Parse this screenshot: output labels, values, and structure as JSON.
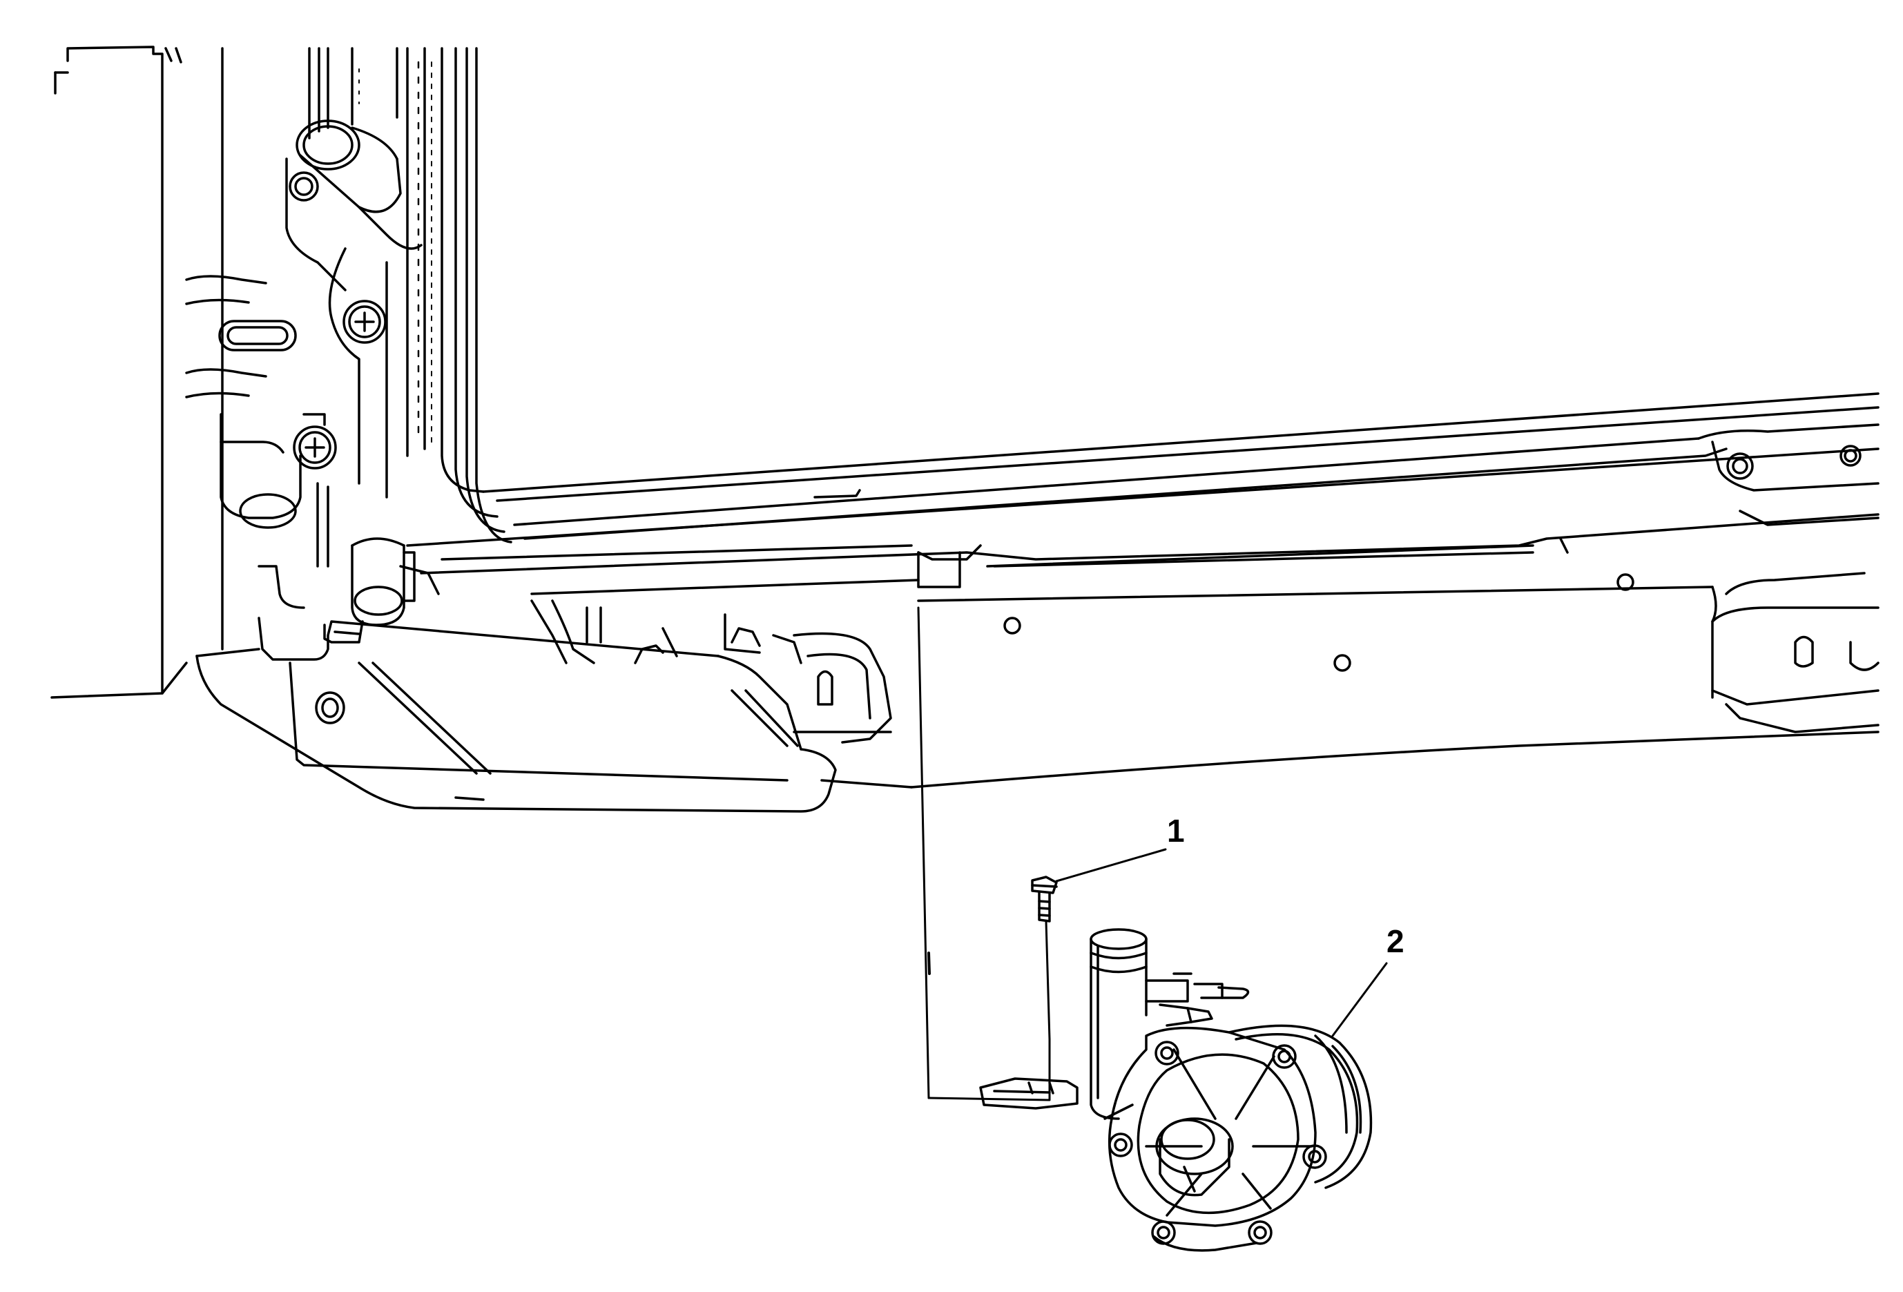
{
  "illustration": {
    "line_color": "#000000",
    "fill_color": "#ffffff",
    "callouts": [
      {
        "id": "1",
        "label": "1"
      },
      {
        "id": "2",
        "label": "2"
      }
    ]
  }
}
